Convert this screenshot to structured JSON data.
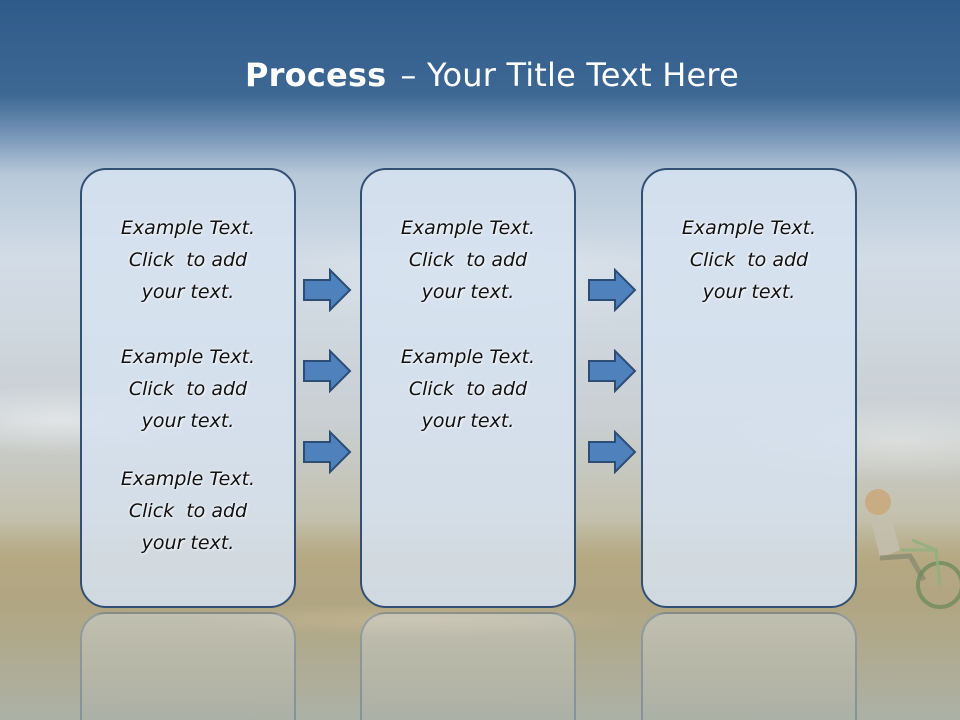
{
  "title": {
    "bold": "Process",
    "rest": "– Your Title Text Here"
  },
  "columns": [
    {
      "blocks": [
        {
          "lines": [
            "Example Text.",
            "Click  to add",
            "your text."
          ]
        },
        {
          "lines": [
            "Example Text.",
            "Click  to add",
            "your text."
          ]
        },
        {
          "lines": [
            "Example Text.",
            "Click  to add",
            "your text."
          ]
        }
      ]
    },
    {
      "blocks": [
        {
          "lines": [
            "Example Text.",
            "Click  to add",
            "your text."
          ]
        },
        {
          "lines": [
            "Example Text.",
            "Click  to add",
            "your text."
          ]
        }
      ]
    },
    {
      "blocks": [
        {
          "lines": [
            "Example Text.",
            "Click  to add",
            "your text."
          ]
        }
      ]
    }
  ],
  "colors": {
    "box_fill": "#d6e2f0",
    "box_border": "#324f74",
    "arrow_fill": "#4f81bd",
    "arrow_border": "#2c4d75",
    "title_text": "#ffffff"
  },
  "icons": {
    "arrow": "right-arrow-icon"
  }
}
